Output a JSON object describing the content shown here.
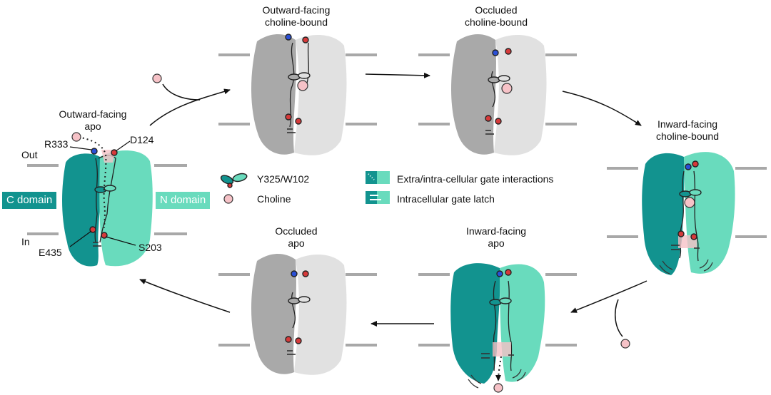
{
  "states": {
    "outward_apo": "Outward-facing\napo",
    "outward_bound": "Outward-facing\ncholine-bound",
    "occluded_bound": "Occluded\ncholine-bound",
    "inward_bound": "Inward-facing\ncholine-bound",
    "inward_apo": "Inward-facing\napo",
    "occluded_apo": "Occluded\napo"
  },
  "residues": {
    "r333": "R333",
    "d124": "D124",
    "e435": "E435",
    "s203": "S203"
  },
  "membrane": {
    "out": "Out",
    "in": "In"
  },
  "domains": {
    "c": "C domain",
    "n": "N domain"
  },
  "legend": {
    "gate_pair": "Y325/W102",
    "choline": "Choline",
    "gate_interactions": "Extra/intra-cellular gate interactions",
    "gate_latch": "Intracellular gate latch"
  },
  "colors": {
    "c_domain": "#12938f",
    "n_domain": "#69dbbd",
    "choline": "#f6c2c7",
    "membrane": "#a8a8a8",
    "grey_dark": "#a9a9a9",
    "grey_light": "#e1e1e1"
  }
}
